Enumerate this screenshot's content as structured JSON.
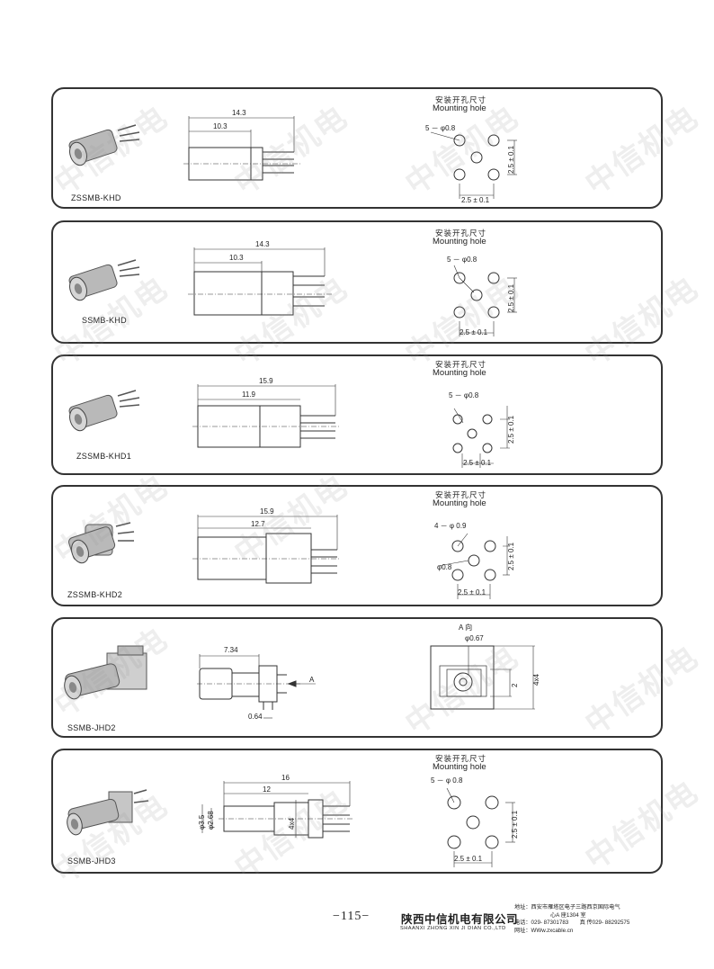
{
  "watermark": "中信机电",
  "mounting_cn": "安装开孔尺寸",
  "mounting_en": "Mounting hole",
  "panels": [
    {
      "name": "ZSSMB-KHD",
      "dims": {
        "overall": "14.3",
        "body": "10.3",
        "holes": "5 － φ0.8",
        "pitch_x": "2.5 ± 0.1",
        "pitch_y": "2.5 ± 0.1"
      }
    },
    {
      "name": "SSMB-KHD",
      "dims": {
        "overall": "14.3",
        "body": "10.3",
        "holes": "5 － φ0.8",
        "pitch_x": "2.5 ± 0.1",
        "pitch_y": "2.5 ± 0.1"
      }
    },
    {
      "name": "ZSSMB-KHD1",
      "dims": {
        "overall": "15.9",
        "body": "11.9",
        "holes": "5 － φ0.8",
        "pitch_x": "2.5 ± 0.1",
        "pitch_y": "2.5 ± 0.1"
      }
    },
    {
      "name": "ZSSMB-KHD2",
      "dims": {
        "overall": "15.9",
        "body": "12.7",
        "holes": "4 － φ 0.9",
        "center_hole": "φ0.8",
        "pitch_x": "2.5 ± 0.1",
        "pitch_y": "2.5 ± 0.1"
      }
    },
    {
      "name": "SSMB-JHD2",
      "dims": {
        "overall": "7.34",
        "pin": "0.64",
        "arrow": "A",
        "view": "A 向",
        "hole": "φ0.67",
        "inner": "2",
        "outer": "4x4"
      }
    },
    {
      "name": "SSMB-JHD3",
      "dims": {
        "overall": "16",
        "body": "12",
        "d1": "φ3.5",
        "d2": "φ2.68",
        "sq": "4x4",
        "holes": "5 － φ 0.8",
        "pitch_x": "2.5 ± 0.1",
        "pitch_y": "2.5 ± 0.1"
      }
    }
  ],
  "footer": {
    "page_number": "−115−",
    "company_cn": "陕西中信机电有限公司",
    "company_en": "SHAANXI ZHONG XIN JI DIAN CO.,LTD",
    "address_1": "地址：西安市雁塔区电子三路西京国际电气",
    "address_2": "心A 座1304 室",
    "phone": "电话：029- 87301783　　真 传029- 88292575",
    "web": "网址：WWw.zxcable.cn"
  }
}
